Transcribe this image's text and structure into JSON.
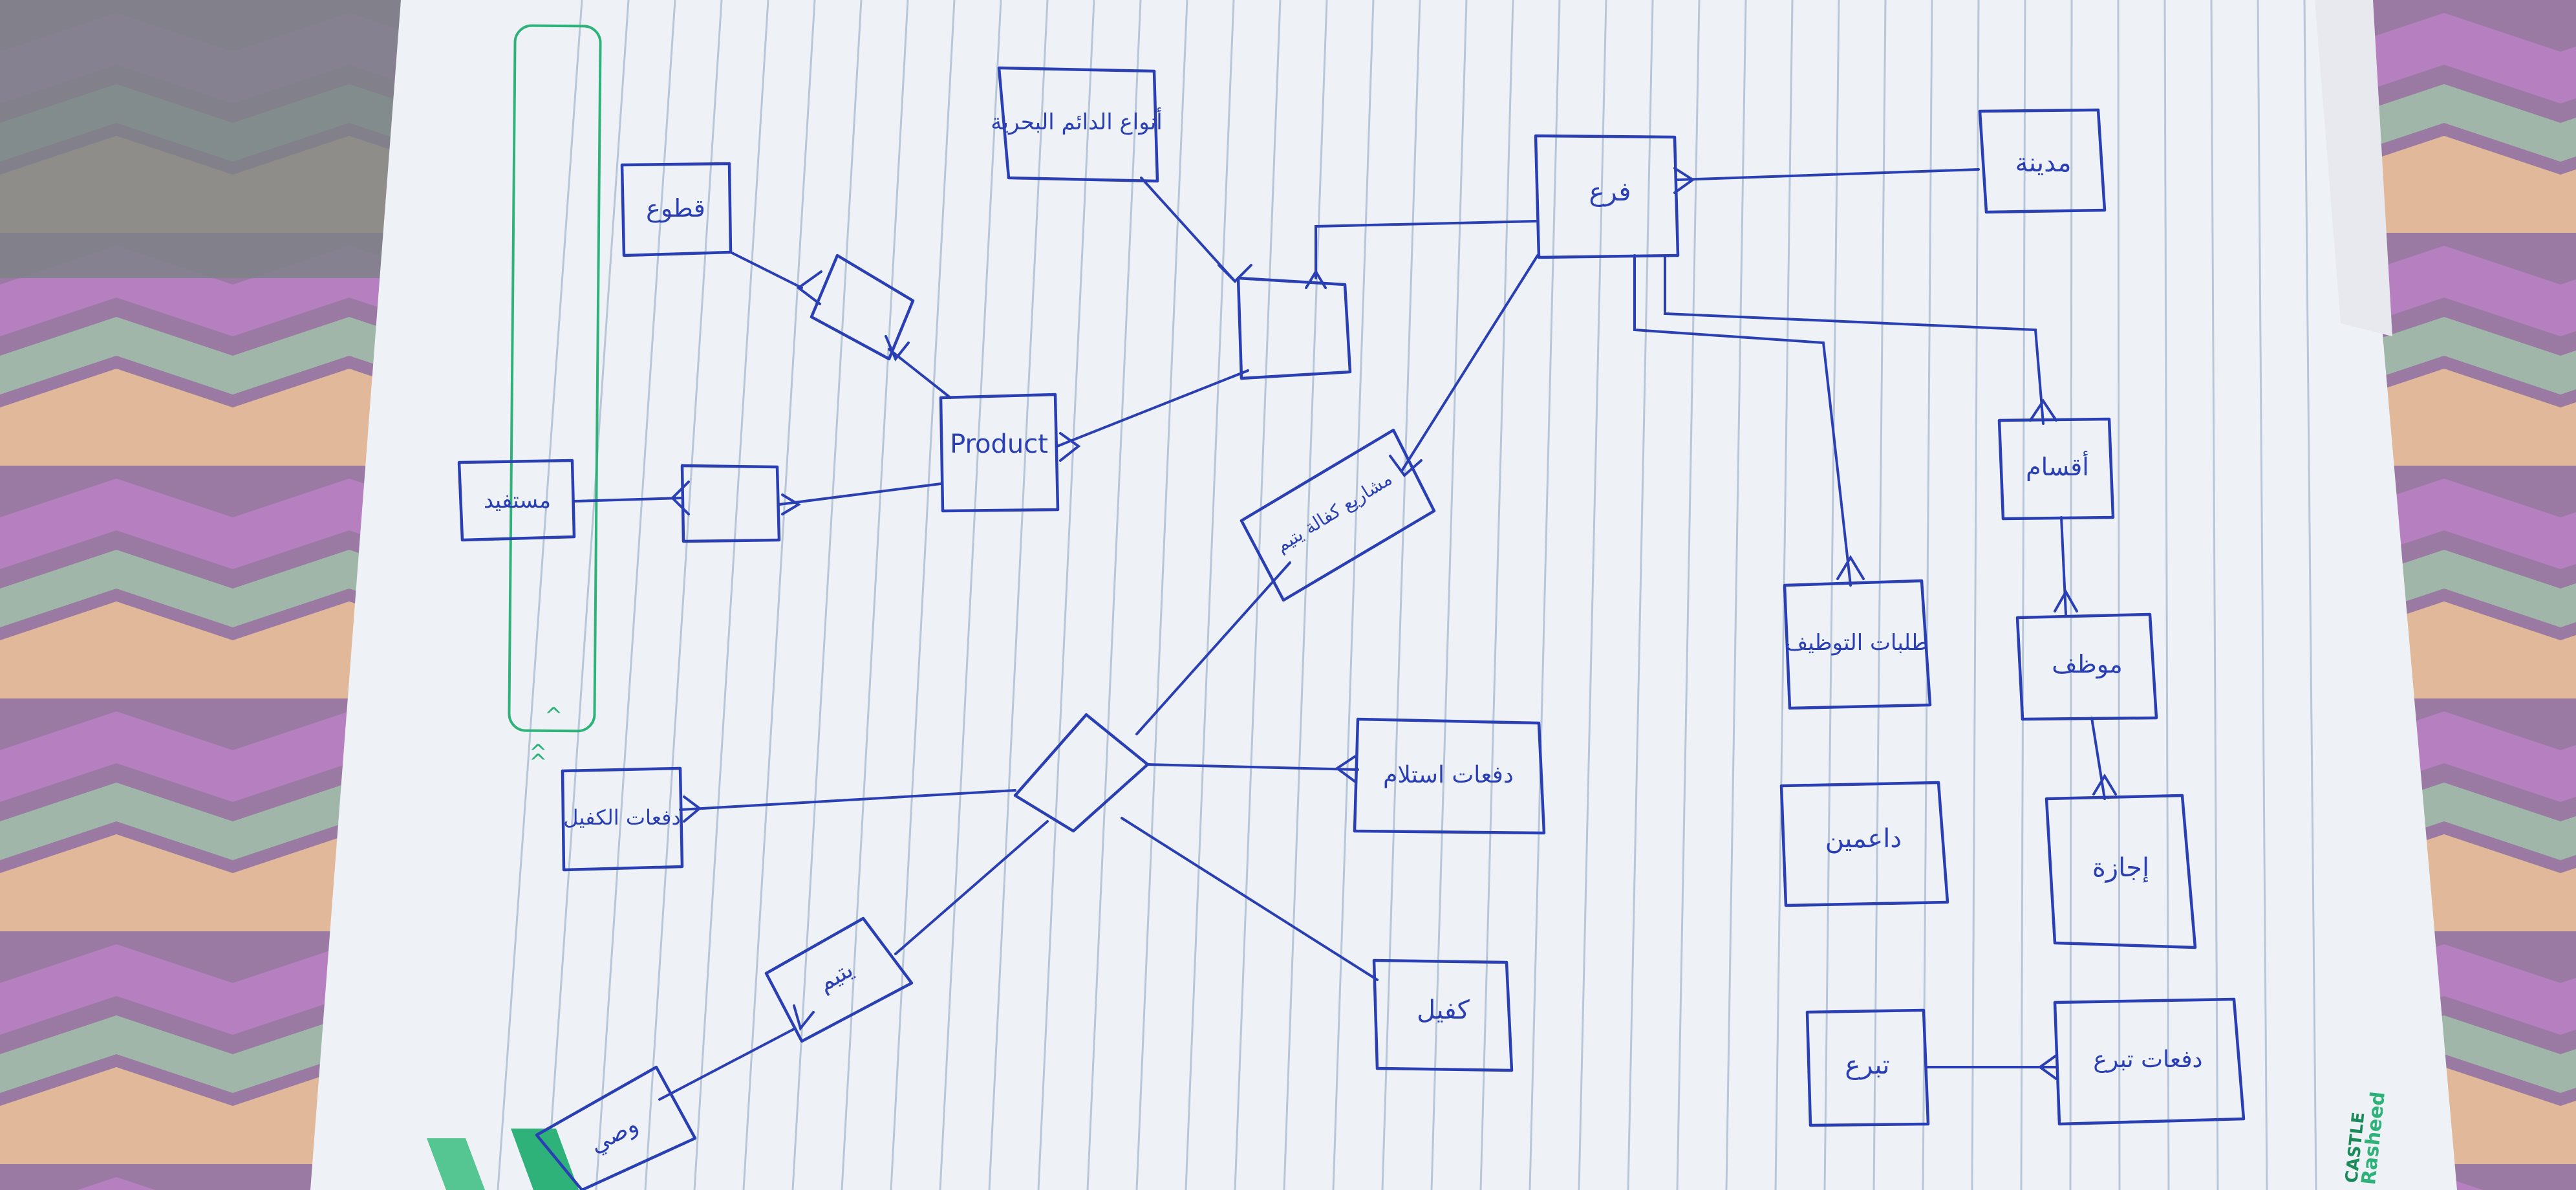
{
  "diagram": {
    "entities": {
      "product_types": "أنواع الدائم البحرية",
      "pieces": "قطوع",
      "product": "Product",
      "beneficiary": "مستفيد",
      "branch": "فرع",
      "city": "مدينة",
      "departments": "أقسام",
      "employee": "موظف",
      "leave": "إجازة",
      "job_requests": "طلبات التوظيف",
      "supporters": "داعمين",
      "orphan_payments": "دفعات استلام",
      "sponsor_payments": "دفعات الكفيل",
      "sponsor": "كفيل",
      "orphan": "يتيم",
      "guardian": "وصي",
      "donation": "تبرع",
      "donation_payments": "دفعات تبرع",
      "orphan_sponsorship_projects": "مشاريع كفالة يتيم"
    },
    "paper_logo": {
      "line1": "CASTLE",
      "line2": "Rasheed"
    }
  },
  "colors": {
    "ink": "#2a3fb3",
    "paper": "#eef2f6",
    "rule_lines": "#b9c6d8",
    "accent_green": "#2fb27a"
  }
}
